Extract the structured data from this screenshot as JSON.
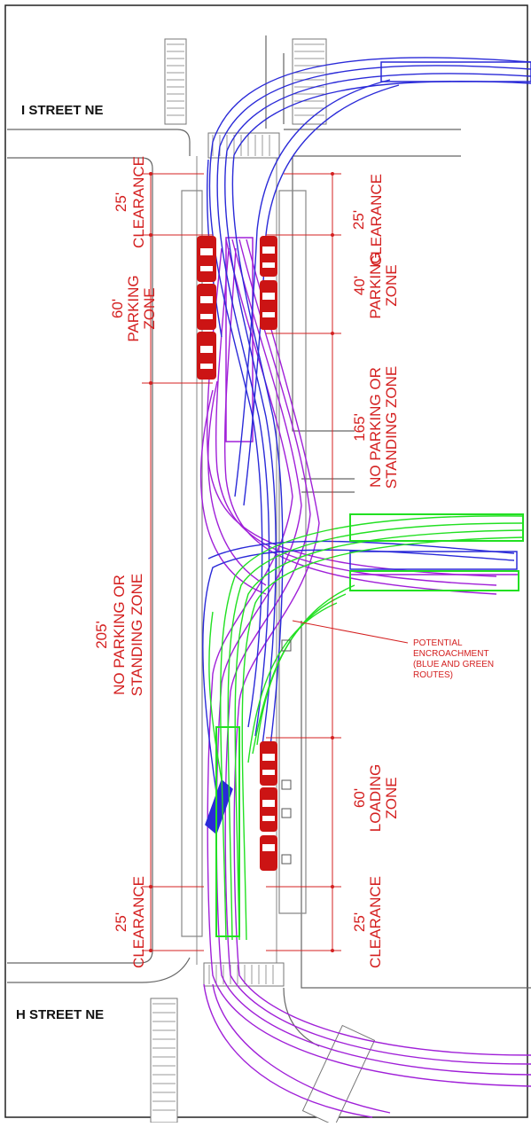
{
  "streets": {
    "north": "I STREET NE",
    "south": "H STREET NE"
  },
  "west_side": {
    "clearance_north": {
      "dim": "25'",
      "label": "CLEARANCE"
    },
    "parking": {
      "dim": "60'",
      "label1": "PARKING",
      "label2": "ZONE"
    },
    "no_parking": {
      "dim": "205'",
      "label1": "NO PARKING OR",
      "label2": "STANDING ZONE"
    },
    "clearance_south": {
      "dim": "25'",
      "label": "CLEARANCE"
    }
  },
  "east_side": {
    "clearance_north": {
      "dim": "25'",
      "label": "CLEARANCE"
    },
    "parking": {
      "dim": "40'",
      "label1": "PARKING",
      "label2": "ZONE"
    },
    "no_parking": {
      "dim": "165'",
      "label1": "NO PARKING OR",
      "label2": "STANDING ZONE"
    },
    "loading": {
      "dim": "60'",
      "label1": "LOADING",
      "label2": "ZONE"
    },
    "clearance_south": {
      "dim": "25'",
      "label": "CLEARANCE"
    }
  },
  "callout": {
    "line1": "POTENTIAL",
    "line2": "ENCROACHMENT",
    "line3": "(BLUE AND GREEN",
    "line4": "ROUTES)"
  },
  "colors": {
    "dimension": "#d42020",
    "blue_route": "#2a2ad8",
    "purple_route": "#a020d8",
    "green_route": "#22e022",
    "curb": "#555555"
  }
}
